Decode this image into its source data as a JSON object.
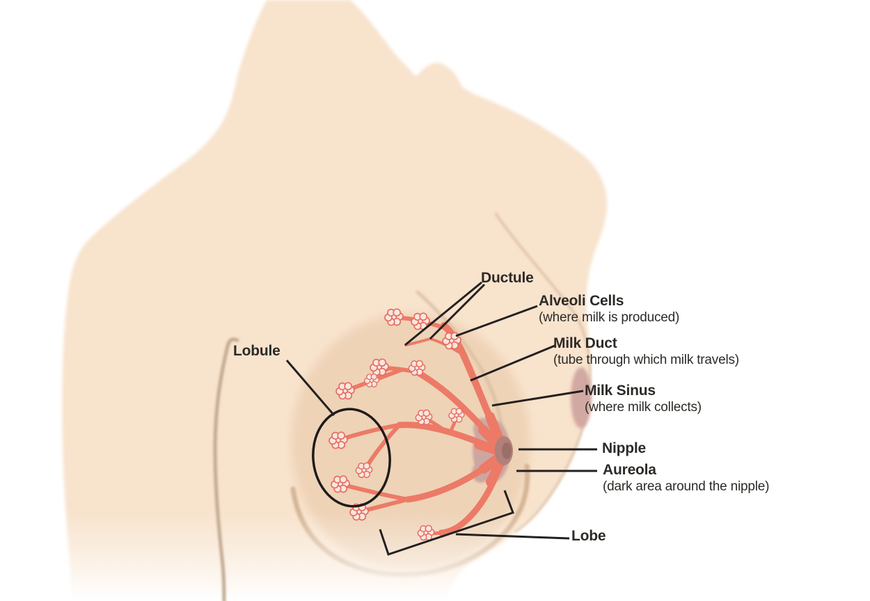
{
  "figure_description": "Anatomy diagram of the human breast in side profile showing the milk duct system",
  "theme": {
    "skin": "#f8e3cd",
    "breast": "#eed2b5",
    "rim": "#cfad8c",
    "soft": "#d9bc9e",
    "arm": "#c2aa90",
    "duct": "#ec7a67",
    "alv-fill": "#fae6de",
    "alv-stroke": "#e56e62",
    "areola": "#cda6a0",
    "far-areola": "#d2a9a2",
    "nipple": "#b08079",
    "nipple-tip": "#9c6e68",
    "line": "#232020",
    "ink": "#2d2a27"
  },
  "labels": {
    "ductule": {
      "title": "Ductule"
    },
    "alveoli_cells": {
      "title": "Alveoli Cells",
      "subtitle": "(where milk is produced)"
    },
    "milk_duct": {
      "title": "Milk Duct",
      "subtitle": "(tube through which milk travels)"
    },
    "milk_sinus": {
      "title": "Milk Sinus",
      "subtitle": "(where milk collects)"
    },
    "nipple": {
      "title": "Nipple"
    },
    "aureola": {
      "title": "Aureola",
      "subtitle": "(dark area around the nipple)"
    },
    "lobe": {
      "title": "Lobe"
    },
    "lobule": {
      "title": "Lobule"
    }
  }
}
